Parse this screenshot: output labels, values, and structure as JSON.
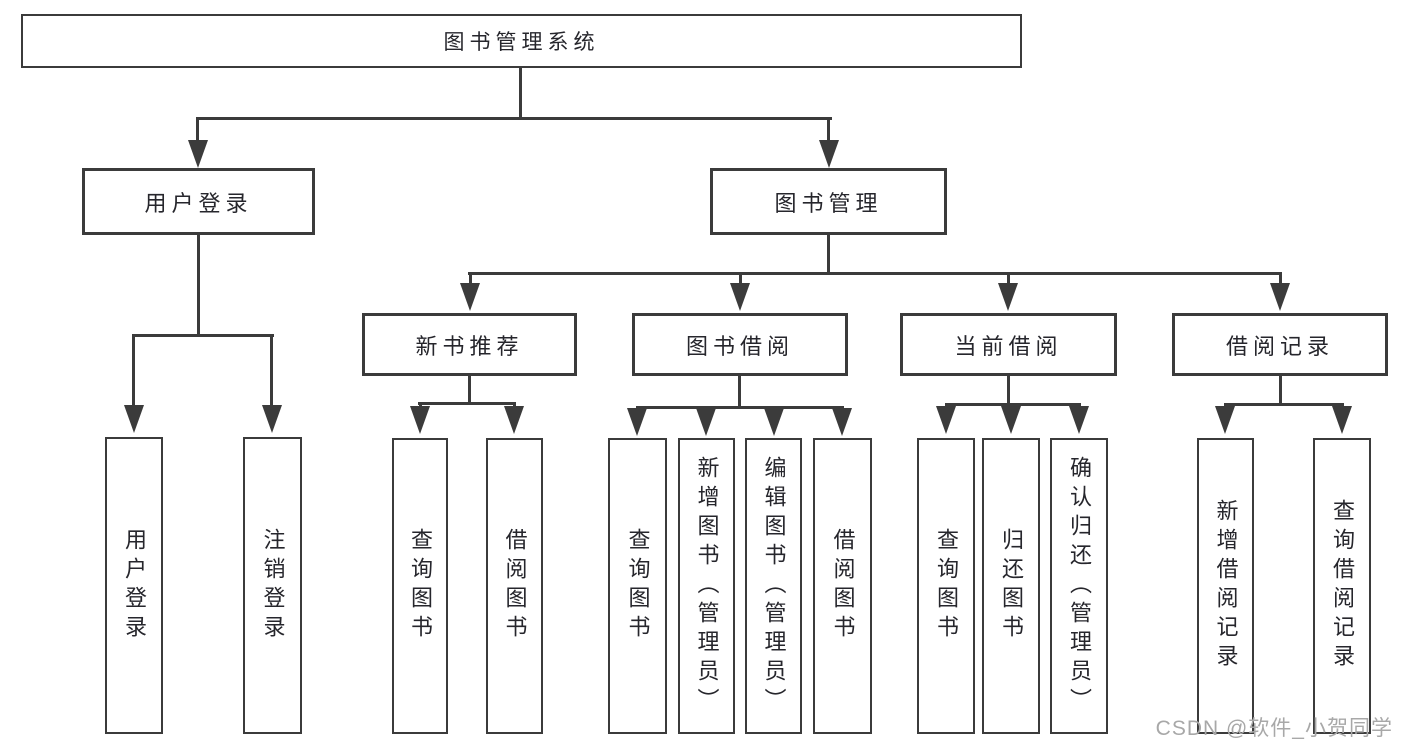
{
  "diagram": {
    "root": {
      "label": "图书管理系统"
    },
    "level2": {
      "user_login": "用户登录",
      "book_management": "图书管理"
    },
    "level3": {
      "new_book_recommend": "新书推荐",
      "book_borrow": "图书借阅",
      "current_borrow": "当前借阅",
      "borrow_records": "借阅记录"
    },
    "leaves": {
      "user_login": [
        "用户登录",
        "注销登录"
      ],
      "new_book_recommend": [
        "查询图书",
        "借阅图书"
      ],
      "book_borrow": [
        "查询图书",
        "新增图书（管理员）",
        "编辑图书（管理员）",
        "借阅图书"
      ],
      "current_borrow": [
        "查询图书",
        "归还图书",
        "确认归还（管理员）"
      ],
      "borrow_records": [
        "新增借阅记录",
        "查询借阅记录"
      ]
    },
    "colors": {
      "line": "#3b3b3b",
      "text": "#26262c",
      "background": "#ffffff"
    }
  },
  "watermark": {
    "text": "CSDN @软件_小贺同学",
    "color": "#a8a8a8"
  }
}
